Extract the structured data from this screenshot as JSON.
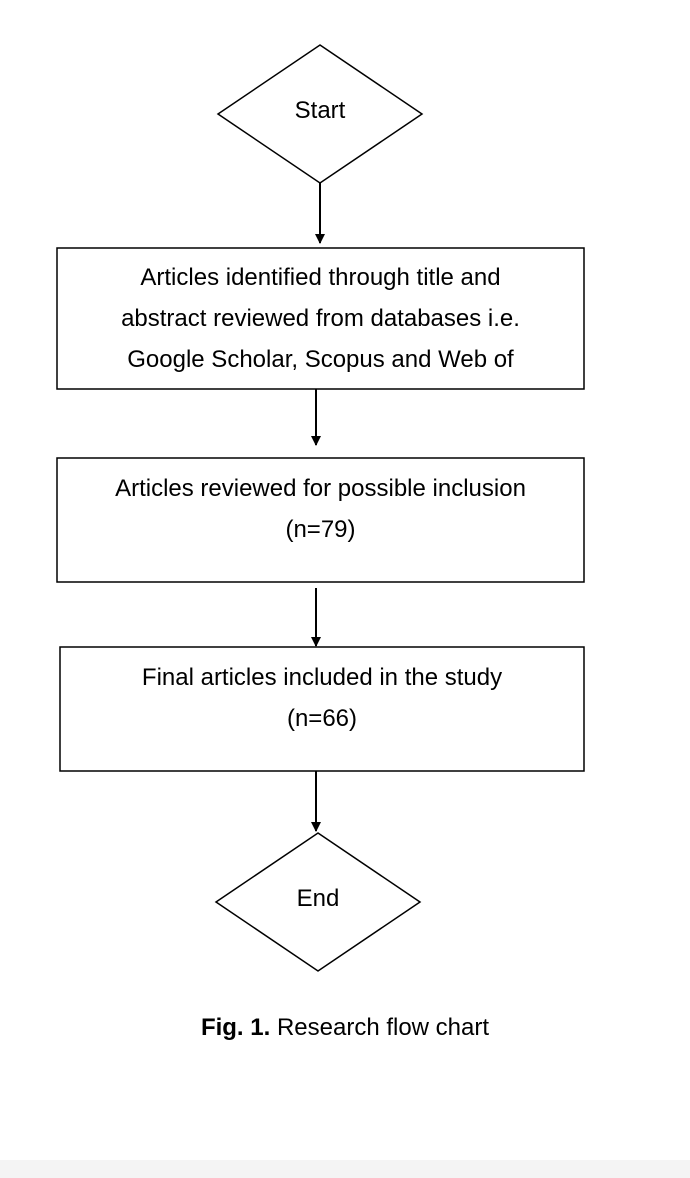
{
  "diagram": {
    "start_label": "Start",
    "box1_text": "Articles identified through title and\nabstract reviewed from databases i.e.\nGoogle Scholar, Scopus and Web of",
    "box2_text": "Articles reviewed for possible inclusion\n(n=79)",
    "box3_text": "Final articles included in the study\n(n=66)",
    "end_label": "End"
  },
  "caption": {
    "label": "Fig. 1.",
    "text": "Research flow chart"
  }
}
